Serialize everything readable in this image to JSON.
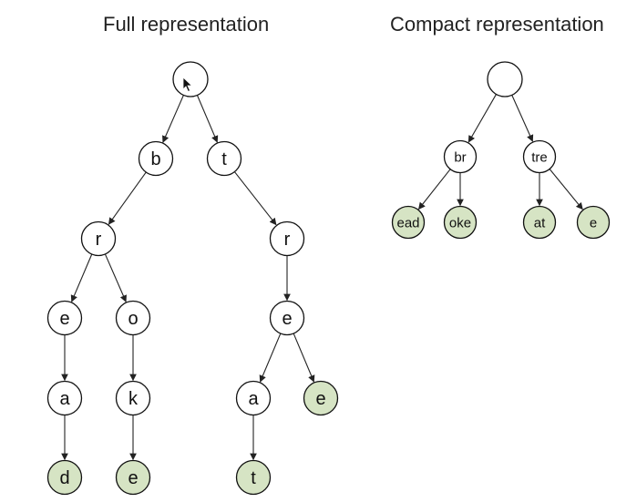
{
  "titles": {
    "full": "Full representation",
    "compact": "Compact representation"
  },
  "colors": {
    "leaf_fill": "#d6e4c4",
    "node_fill": "#ffffff",
    "stroke": "#111111"
  },
  "full_tree": {
    "nodes": [
      {
        "id": "root",
        "label": "",
        "leaf": false
      },
      {
        "id": "b",
        "label": "b",
        "leaf": false
      },
      {
        "id": "t",
        "label": "t",
        "leaf": false
      },
      {
        "id": "br",
        "label": "r",
        "leaf": false
      },
      {
        "id": "tr",
        "label": "r",
        "leaf": false
      },
      {
        "id": "bre",
        "label": "e",
        "leaf": false
      },
      {
        "id": "bro",
        "label": "o",
        "leaf": false
      },
      {
        "id": "tre",
        "label": "e",
        "leaf": false
      },
      {
        "id": "brea",
        "label": "a",
        "leaf": false
      },
      {
        "id": "brok",
        "label": "k",
        "leaf": false
      },
      {
        "id": "trea",
        "label": "a",
        "leaf": false
      },
      {
        "id": "tree",
        "label": "e",
        "leaf": true
      },
      {
        "id": "bread",
        "label": "d",
        "leaf": true
      },
      {
        "id": "broke",
        "label": "e",
        "leaf": true
      },
      {
        "id": "treat",
        "label": "t",
        "leaf": true
      }
    ],
    "edges": [
      [
        "root",
        "b"
      ],
      [
        "root",
        "t"
      ],
      [
        "b",
        "br"
      ],
      [
        "t",
        "tr"
      ],
      [
        "br",
        "bre"
      ],
      [
        "br",
        "bro"
      ],
      [
        "tr",
        "tre"
      ],
      [
        "bre",
        "brea"
      ],
      [
        "bro",
        "brok"
      ],
      [
        "tre",
        "trea"
      ],
      [
        "tre",
        "tree"
      ],
      [
        "brea",
        "bread"
      ],
      [
        "brok",
        "broke"
      ],
      [
        "trea",
        "treat"
      ]
    ]
  },
  "compact_tree": {
    "nodes": [
      {
        "id": "c_root",
        "label": "",
        "leaf": false
      },
      {
        "id": "c_br",
        "label": "br",
        "leaf": false
      },
      {
        "id": "c_tre",
        "label": "tre",
        "leaf": false
      },
      {
        "id": "c_ead",
        "label": "ead",
        "leaf": true
      },
      {
        "id": "c_oke",
        "label": "oke",
        "leaf": true
      },
      {
        "id": "c_at",
        "label": "at",
        "leaf": true
      },
      {
        "id": "c_e",
        "label": "e",
        "leaf": true
      }
    ],
    "edges": [
      [
        "c_root",
        "c_br"
      ],
      [
        "c_root",
        "c_tre"
      ],
      [
        "c_br",
        "c_ead"
      ],
      [
        "c_br",
        "c_oke"
      ],
      [
        "c_tre",
        "c_at"
      ],
      [
        "c_tre",
        "c_e"
      ]
    ]
  },
  "icons": {
    "cursor": "mouse-pointer-icon"
  }
}
